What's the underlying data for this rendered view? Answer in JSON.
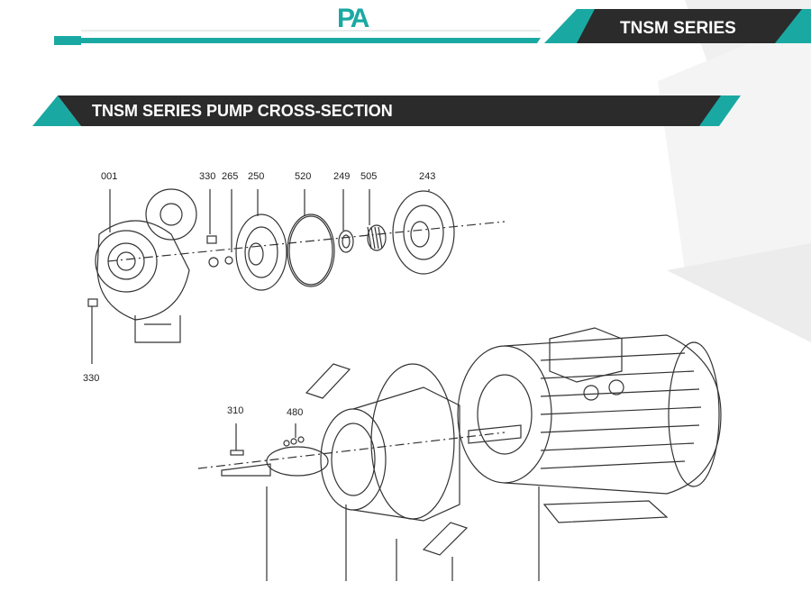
{
  "header": {
    "logo_text": "PA",
    "series_tag": "TNSM SERIES"
  },
  "section": {
    "title": "TNSM SERIES PUMP CROSS-SECTION"
  },
  "colors": {
    "teal": "#1aa9a2",
    "dark": "#2b2b2b",
    "light_gray": "#e9e9e9"
  },
  "parts": {
    "p001": "001",
    "p330a": "330",
    "p265": "265",
    "p250": "250",
    "p520": "520",
    "p249": "249",
    "p505": "505",
    "p243": "243",
    "p330b": "330",
    "p310": "310",
    "p480": "480"
  }
}
